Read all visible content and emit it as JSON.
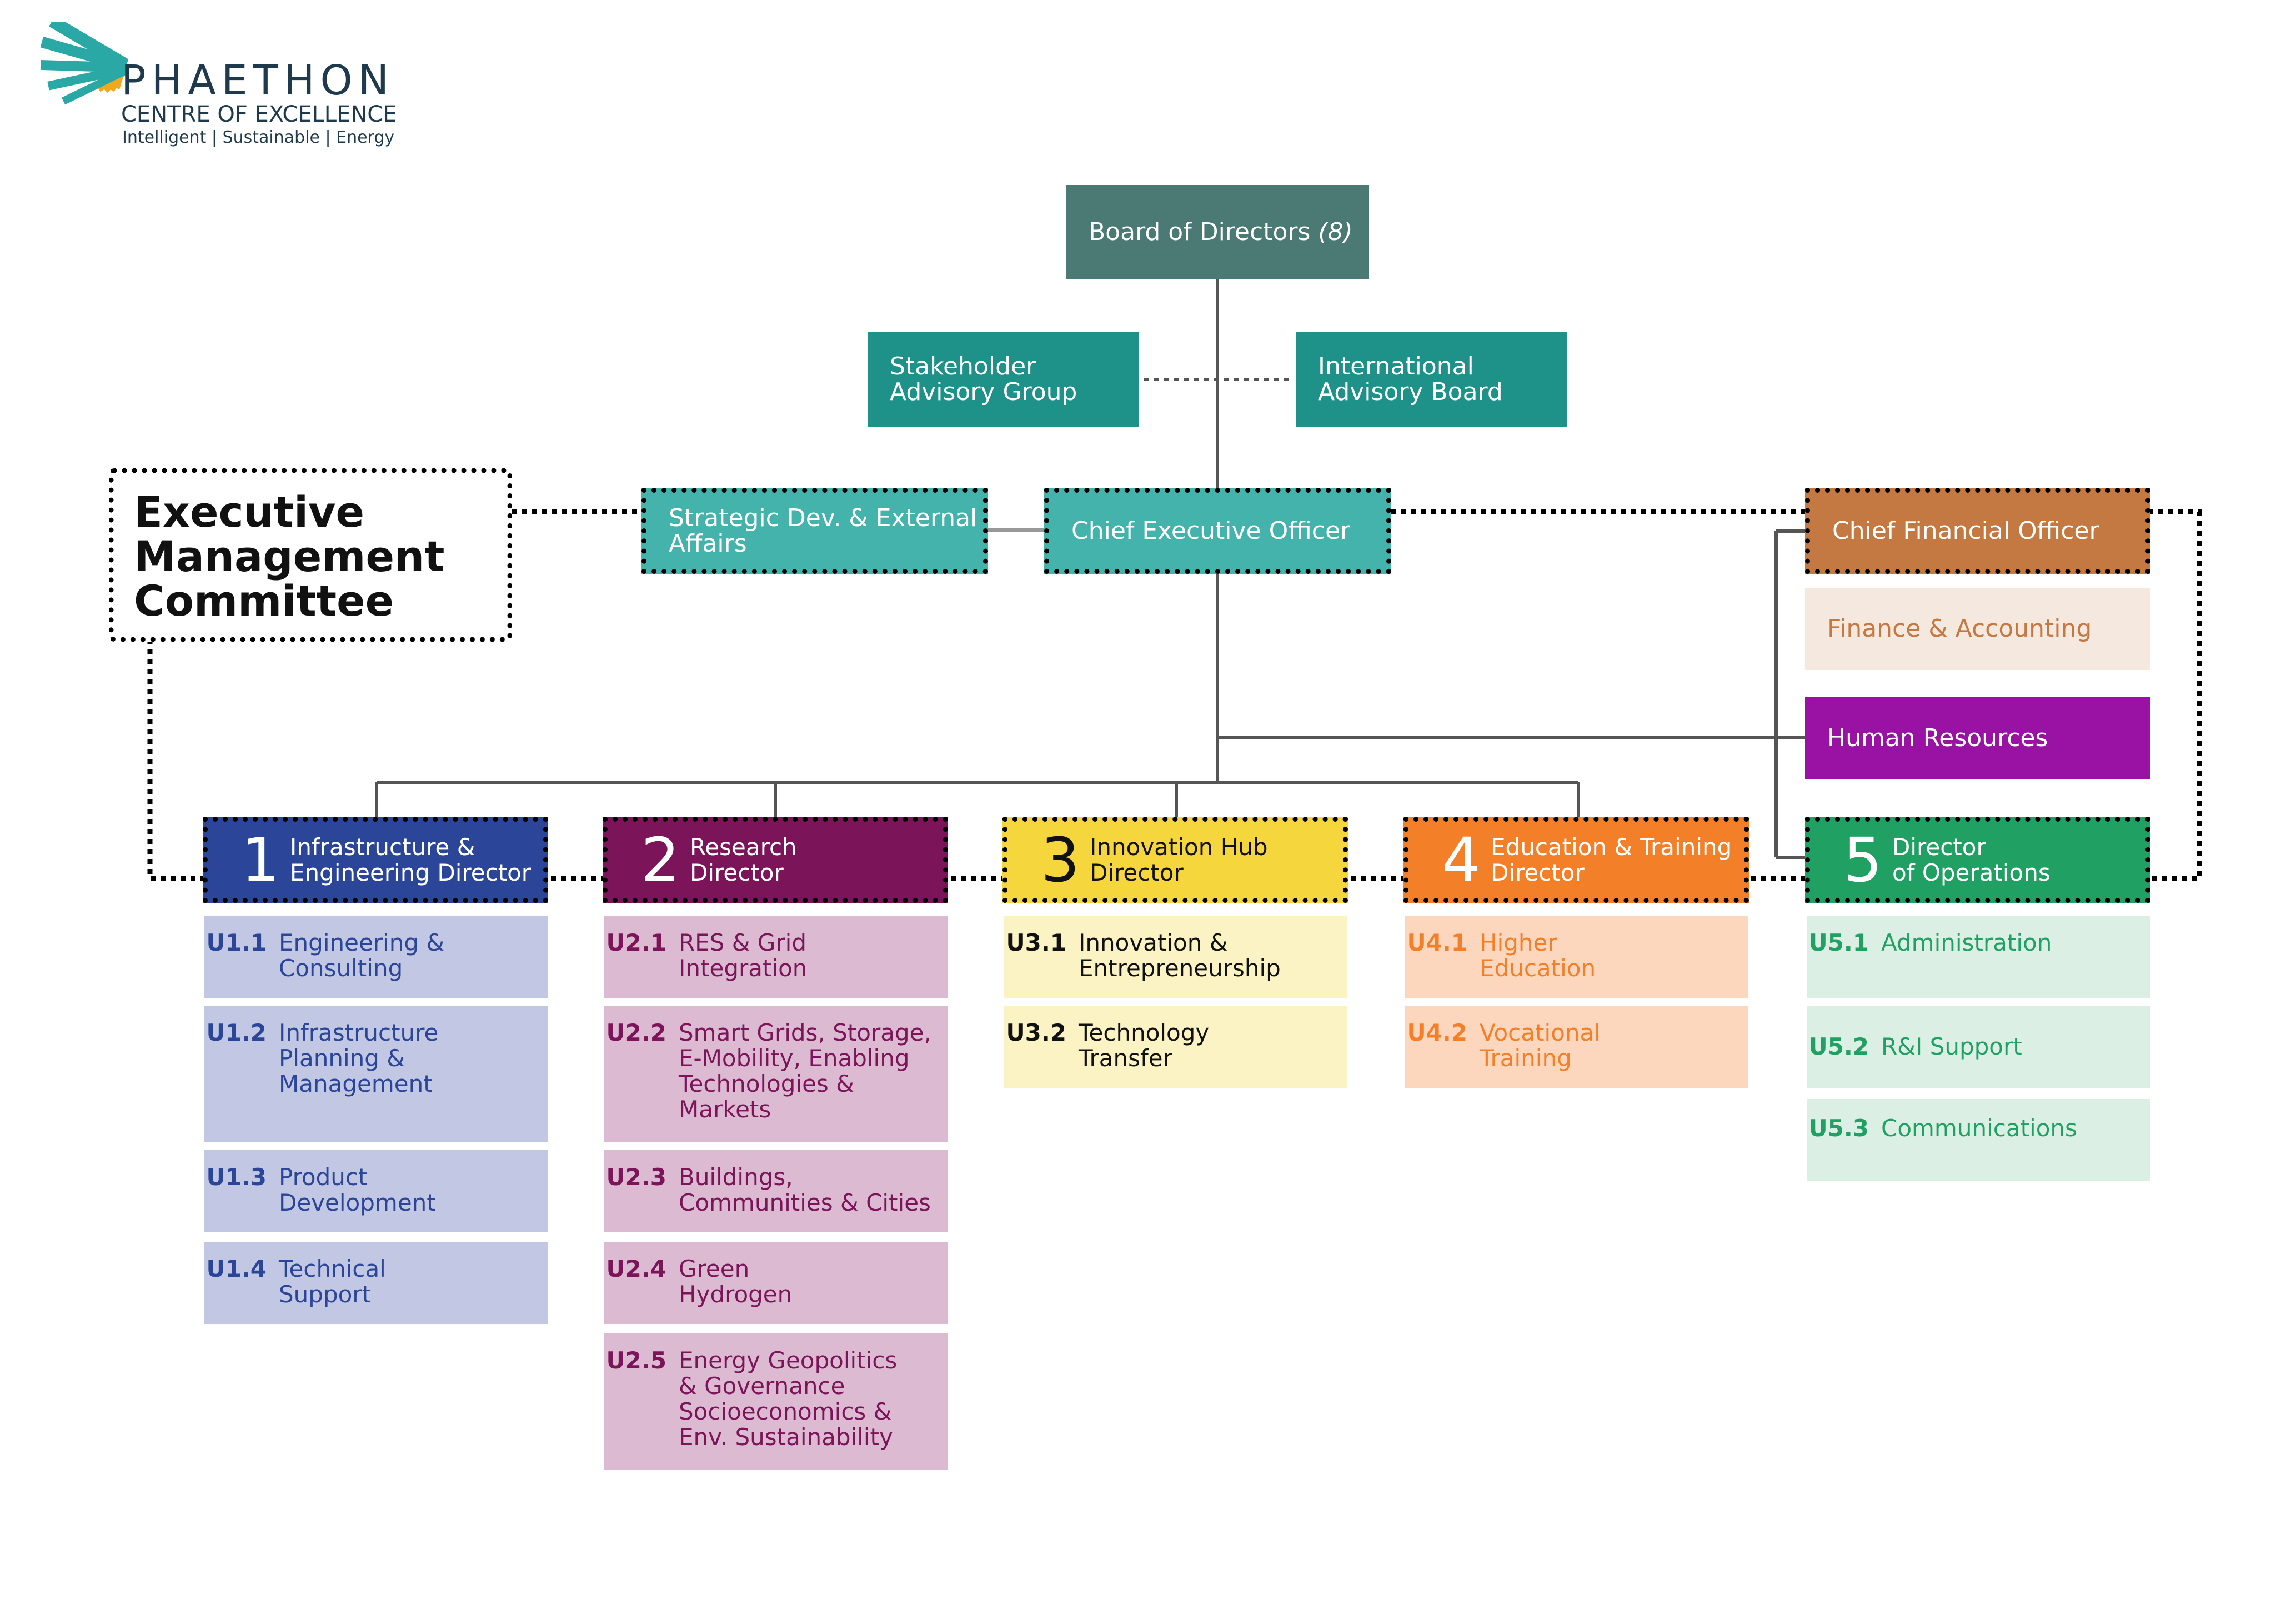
{
  "logo": {
    "name": "PHAETHON",
    "subtitle": "CENTRE OF EXCELLENCE",
    "tagline": "Intelligent | Sustainable | Energy",
    "colors": {
      "rays_teal": "#2aa8a6",
      "rays_yellow": "#f2a81d"
    }
  },
  "board": {
    "label": "Board of Directors",
    "count": "(8)",
    "color": "#4a7a73"
  },
  "advisory": {
    "stakeholder": "Stakeholder\nAdvisory Group",
    "international": "International\nAdvisory Board",
    "color": "#1e9189"
  },
  "emc": {
    "label": "Executive\nManagement\nCommittee"
  },
  "strategic": {
    "label": "Strategic Dev. & External\nAffairs",
    "color": "#44b3ac"
  },
  "ceo": {
    "label": "Chief Executive Officer",
    "color": "#44b3ac"
  },
  "cfo": {
    "label": "Chief Financial Officer",
    "color": "#c47842"
  },
  "finance": {
    "label": "Finance & Accounting",
    "color": "#f5e8de",
    "text_color": "#c47842"
  },
  "hr": {
    "label": "Human Resources",
    "color": "#9a12a3"
  },
  "directors": [
    {
      "num": "1",
      "label": "Infrastructure &\nEngineering Director",
      "color": "#2b4698",
      "text_color": "#ffffff"
    },
    {
      "num": "2",
      "label": "Research\nDirector",
      "color": "#7c1459",
      "text_color": "#ffffff"
    },
    {
      "num": "3",
      "label": "Innovation Hub\nDirector",
      "color": "#f5d63d",
      "text_color": "#111111"
    },
    {
      "num": "4",
      "label": "Education & Training\nDirector",
      "color": "#f47f29",
      "text_color": "#ffffff"
    },
    {
      "num": "5",
      "label": "Director\nof Operations",
      "color": "#21a063",
      "text_color": "#ffffff"
    }
  ],
  "units": [
    {
      "code": "U1.1",
      "label": "Engineering &\nConsulting"
    },
    {
      "code": "U1.2",
      "label": "Infrastructure\nPlanning &\nManagement"
    },
    {
      "code": "U1.3",
      "label": "Product\nDevelopment"
    },
    {
      "code": "U1.4",
      "label": "Technical\nSupport"
    },
    {
      "code": "U2.1",
      "label": "RES & Grid\nIntegration"
    },
    {
      "code": "U2.2",
      "label": "Smart Grids, Storage,\nE-Mobility, Enabling\nTechnologies &\nMarkets"
    },
    {
      "code": "U2.3",
      "label": "Buildings,\nCommunities & Cities"
    },
    {
      "code": "U2.4",
      "label": "Green\nHydrogen"
    },
    {
      "code": "U2.5",
      "label": "Energy Geopolitics\n& Governance\nSocioeconomics &\nEnv. Sustainability"
    },
    {
      "code": "U3.1",
      "label": "Innovation &\nEntrepreneurship"
    },
    {
      "code": "U3.2",
      "label": "Technology\nTransfer"
    },
    {
      "code": "U4.1",
      "label": "Higher\nEducation"
    },
    {
      "code": "U4.2",
      "label": "Vocational\nTraining"
    },
    {
      "code": "U5.1",
      "label": "Administration"
    },
    {
      "code": "U5.2",
      "label": "R&I Support"
    },
    {
      "code": "U5.3",
      "label": "Communications"
    }
  ],
  "unit_colors": {
    "col1": {
      "bg": "#c2c8e3",
      "fg": "#2b4698"
    },
    "col2": {
      "bg": "#dbbad2",
      "fg": "#7c1459"
    },
    "col3": {
      "bg": "#fbf3c4",
      "fg": "#111111"
    },
    "col4": {
      "bg": "#fdd7bd",
      "fg": "#f47f29"
    },
    "col5": {
      "bg": "#dcefe4",
      "fg": "#21a063"
    }
  }
}
